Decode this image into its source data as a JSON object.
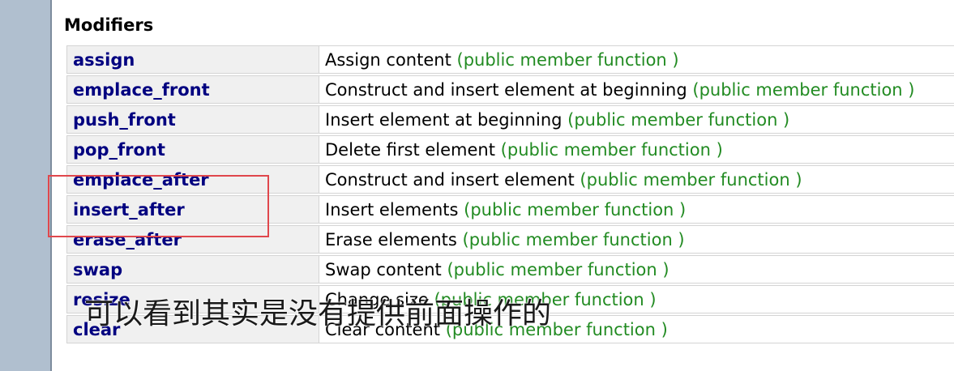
{
  "section": {
    "title": "Modifiers"
  },
  "members": [
    {
      "name": "assign",
      "description": "Assign content",
      "kind": "(public member function )"
    },
    {
      "name": "emplace_front",
      "description": "Construct and insert element at beginning",
      "kind": "(public member function )"
    },
    {
      "name": "push_front",
      "description": "Insert element at beginning",
      "kind": "(public member function )"
    },
    {
      "name": "pop_front",
      "description": "Delete first element",
      "kind": "(public member function )"
    },
    {
      "name": "emplace_after",
      "description": "Construct and insert element",
      "kind": "(public member function )"
    },
    {
      "name": "insert_after",
      "description": "Insert elements",
      "kind": "(public member function )"
    },
    {
      "name": "erase_after",
      "description": "Erase elements",
      "kind": "(public member function )"
    },
    {
      "name": "swap",
      "description": "Swap content",
      "kind": "(public member function )"
    },
    {
      "name": "resize",
      "description": "Change size",
      "kind": "(public member function )"
    },
    {
      "name": "clear",
      "description": "Clear content",
      "kind": "(public member function )"
    }
  ],
  "overlay": {
    "subtitle": "可以看到其实是没有提供前面操作的"
  },
  "colors": {
    "gutter": "#b0bfcf",
    "member_link": "#000080",
    "member_kind": "#228b22",
    "highlight": "#e0474c"
  }
}
